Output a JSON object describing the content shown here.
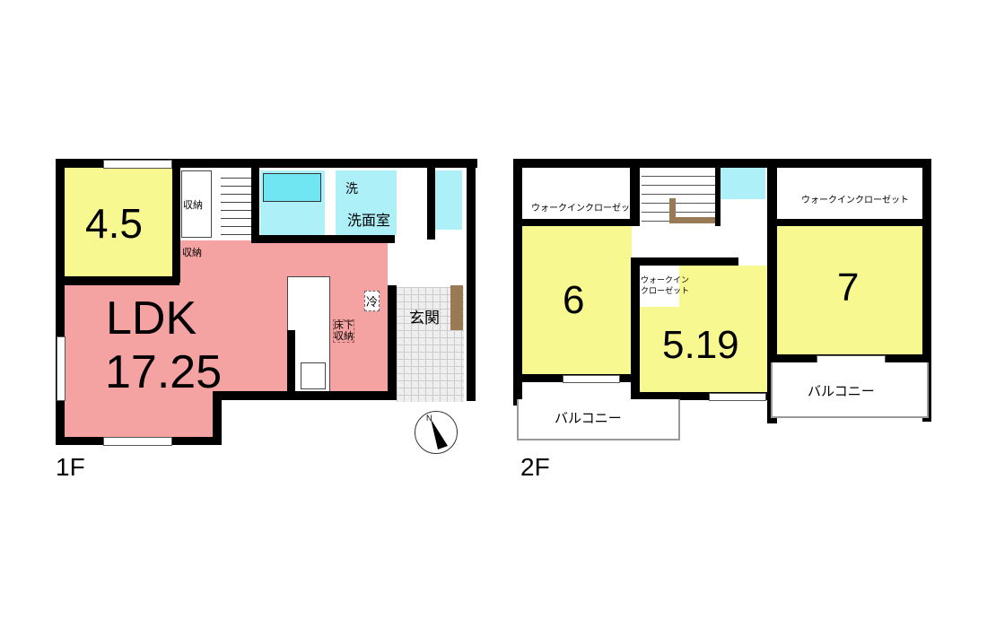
{
  "floor1": {
    "label": "1F",
    "rooms": {
      "western_room": "4.5",
      "storage_1": "収納",
      "storage_2": "収納",
      "ldk_name": "LDK",
      "ldk_size": "17.25",
      "washroom": "洗面室",
      "washer": "洗",
      "fridge": "冷",
      "underfloor_storage": "床下\n収納",
      "entrance": "玄関"
    },
    "compass": "N"
  },
  "floor2": {
    "label": "2F",
    "rooms": {
      "room_left": "6",
      "room_center": "5.19",
      "room_right": "7",
      "wic_left": "ウォークインクローゼット",
      "wic_center": "ウォークイン\nクローゼット",
      "wic_right": "ウォークインクローゼット",
      "balcony_left": "バルコニー",
      "balcony_right": "バルコニー"
    }
  },
  "colors": {
    "room": "#f8f890",
    "ldk": "#f4a2a2",
    "water": "#aef0f8",
    "wall": "#000000"
  }
}
